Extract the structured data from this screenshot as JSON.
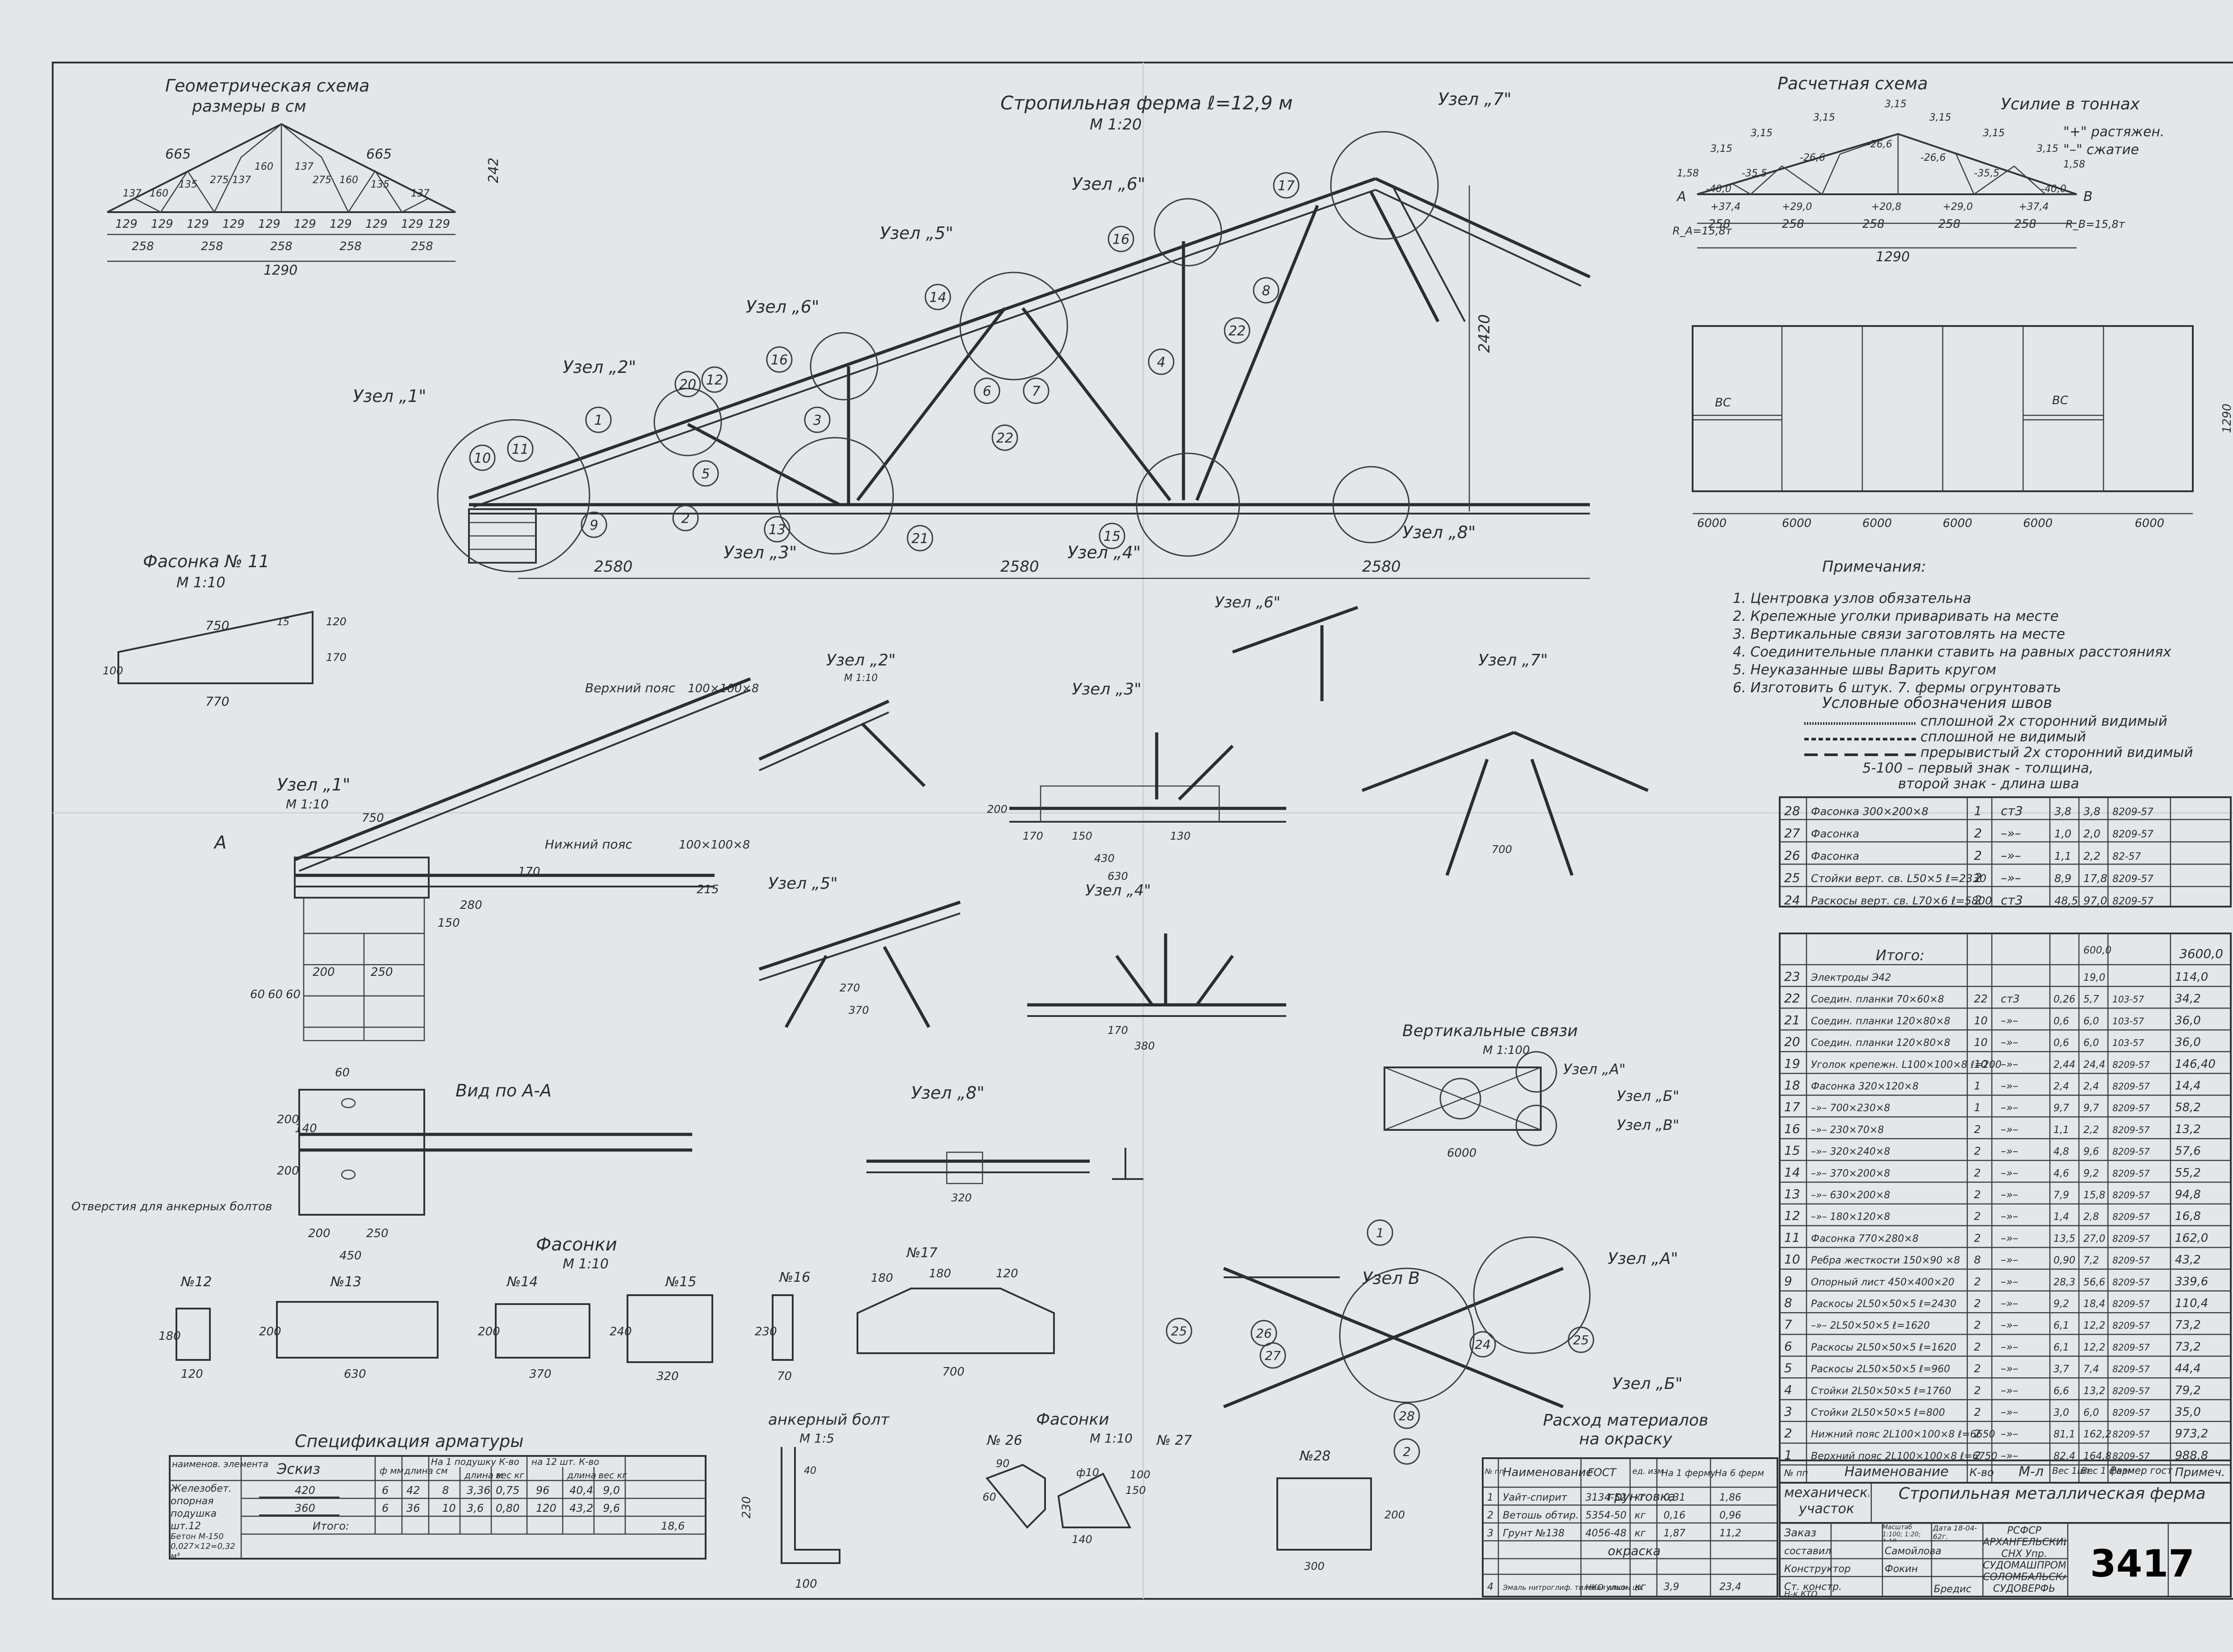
{
  "geometry_scheme": {
    "title": "Геометрическая схема",
    "subtitle": "размеры в см",
    "top_dims": [
      "665",
      "665"
    ],
    "height": "242",
    "panel_dims": [
      "129",
      "129",
      "129",
      "129",
      "129",
      "129",
      "129",
      "129",
      "129",
      "129"
    ],
    "sub_dims": [
      "258",
      "258",
      "258",
      "258",
      "258"
    ],
    "total": "1290",
    "member_lengths": [
      "137",
      "160",
      "135",
      "275",
      "137",
      "160",
      "137",
      "275",
      "160",
      "135",
      "137"
    ]
  },
  "truss": {
    "title": "Стропильная ферма ℓ=12,9 м",
    "scale": "М 1:20",
    "height": "2420",
    "spans": [
      "2580",
      "2580",
      "2580"
    ],
    "node_labels": [
      "Узел „1\"",
      "Узел „2\"",
      "Узел „3\"",
      "Узел „4\"",
      "Узел „5\"",
      "Узел „6\"",
      "Узел „6\"",
      "Узел „7\"",
      "Узел „8\""
    ],
    "callouts": [
      "1",
      "2",
      "3",
      "4",
      "5",
      "6",
      "7",
      "8",
      "9",
      "10",
      "11",
      "12",
      "13",
      "14",
      "15",
      "16",
      "16",
      "17",
      "20",
      "21",
      "22",
      "22"
    ]
  },
  "calc_scheme": {
    "title": "Расчетная схема",
    "force_title": "Усилие в тоннах",
    "legend_plus": "\"+\" растяжен.",
    "legend_minus": "\"–\" сжатие",
    "loads": [
      "1,58",
      "3,15",
      "3,15",
      "3,15",
      "3,15",
      "3,15",
      "3,15",
      "3,15",
      "1,58"
    ],
    "top_forces": [
      "-40,0",
      "-35,5",
      "-26,6",
      "-26,6",
      "-26,6",
      "-35,5",
      "-40,0"
    ],
    "bottom_forces": [
      "+37,4",
      "+29,0",
      "+20,8",
      "+29,0",
      "+37,4"
    ],
    "support_a": "A",
    "support_b": "B",
    "reaction_a": "R_A=15,8т",
    "reaction_b": "R_B=15,8т",
    "dims": [
      "258",
      "258",
      "258",
      "258",
      "258"
    ],
    "total": "1290"
  },
  "plan": {
    "bays": [
      "6000",
      "6000",
      "6000",
      "6000",
      "6000",
      "6000"
    ],
    "width": "1290",
    "bracing": [
      "ВС",
      "ВС"
    ]
  },
  "notes": {
    "title": "Примечания:",
    "items": [
      "1. Центровка узлов обязательна",
      "2. Крепежные уголки приваривать на месте",
      "3. Вертикальные связи заготовлять на месте",
      "4. Соединительные планки ставить на равных расстояниях",
      "5. Неуказанные швы Варить кругом",
      "6. Изготовить 6 штук. 7. фермы огрунтовать"
    ],
    "weld_title": "Условные обозначения швов",
    "weld_items": [
      "сплошной 2х сторонний видимый",
      "сплошной не видимый",
      "прерывистый 2х сторонний видимый",
      "5-100 – первый знак - толщина,",
      "второй знак - длина шва"
    ]
  },
  "spec_top": [
    {
      "n": "28",
      "name": "Фасонка 300×200×8",
      "q": "1",
      "mat": "ст3",
      "a": "3,8",
      "b": "3,8",
      "gost": "8209-57"
    },
    {
      "n": "27",
      "name": "Фасонка",
      "q": "2",
      "mat": "–»–",
      "a": "1,0",
      "b": "2,0",
      "gost": "8209-57"
    },
    {
      "n": "26",
      "name": "Фасонка",
      "q": "2",
      "mat": "–»–",
      "a": "1,1",
      "b": "2,2",
      "gost": "82-57"
    },
    {
      "n": "25",
      "name": "Стойки верт. св. L50×5 ℓ=2330",
      "q": "2",
      "mat": "–»–",
      "a": "8,9",
      "b": "17,8",
      "gost": "8209-57"
    },
    {
      "n": "24",
      "name": "Раскосы верт. св. L70×6 ℓ=5800",
      "q": "2",
      "mat": "ст3",
      "a": "48,5",
      "b": "97,0",
      "gost": "8209-57"
    }
  ],
  "spec_total": {
    "label": "Итого:",
    "a": "600,0",
    "total": "3600,0"
  },
  "spec_rows": [
    {
      "n": "23",
      "name": "Электроды Э42",
      "q": "",
      "mat": "",
      "a": "",
      "b": "19,0",
      "gost": "",
      "t": "114,0"
    },
    {
      "n": "22",
      "name": "Соедин. планки 70×60×8",
      "q": "22",
      "mat": "ст3",
      "a": "0,26",
      "b": "5,7",
      "gost": "103-57",
      "t": "34,2"
    },
    {
      "n": "21",
      "name": "Соедин. планки 120×80×8",
      "q": "10",
      "mat": "–»–",
      "a": "0,6",
      "b": "6,0",
      "gost": "103-57",
      "t": "36,0"
    },
    {
      "n": "20",
      "name": "Соедин. планки 120×80×8",
      "q": "10",
      "mat": "–»–",
      "a": "0,6",
      "b": "6,0",
      "gost": "103-57",
      "t": "36,0"
    },
    {
      "n": "19",
      "name": "Уголок крепежн. L100×100×8 ℓ=200",
      "q": "10",
      "mat": "–»–",
      "a": "2,44",
      "b": "24,4",
      "gost": "8209-57",
      "t": "146,40"
    },
    {
      "n": "18",
      "name": "Фасонка 320×120×8",
      "q": "1",
      "mat": "–»–",
      "a": "2,4",
      "b": "2,4",
      "gost": "8209-57",
      "t": "14,4"
    },
    {
      "n": "17",
      "name": "–»– 700×230×8",
      "q": "1",
      "mat": "–»–",
      "a": "9,7",
      "b": "9,7",
      "gost": "8209-57",
      "t": "58,2"
    },
    {
      "n": "16",
      "name": "–»– 230×70×8",
      "q": "2",
      "mat": "–»–",
      "a": "1,1",
      "b": "2,2",
      "gost": "8209-57",
      "t": "13,2"
    },
    {
      "n": "15",
      "name": "–»– 320×240×8",
      "q": "2",
      "mat": "–»–",
      "a": "4,8",
      "b": "9,6",
      "gost": "8209-57",
      "t": "57,6"
    },
    {
      "n": "14",
      "name": "–»– 370×200×8",
      "q": "2",
      "mat": "–»–",
      "a": "4,6",
      "b": "9,2",
      "gost": "8209-57",
      "t": "55,2"
    },
    {
      "n": "13",
      "name": "–»– 630×200×8",
      "q": "2",
      "mat": "–»–",
      "a": "7,9",
      "b": "15,8",
      "gost": "8209-57",
      "t": "94,8"
    },
    {
      "n": "12",
      "name": "–»– 180×120×8",
      "q": "2",
      "mat": "–»–",
      "a": "1,4",
      "b": "2,8",
      "gost": "8209-57",
      "t": "16,8"
    },
    {
      "n": "11",
      "name": "Фасонка 770×280×8",
      "q": "2",
      "mat": "–»–",
      "a": "13,5",
      "b": "27,0",
      "gost": "8209-57",
      "t": "162,0"
    },
    {
      "n": "10",
      "name": "Ребра жесткости 150×90 ×8",
      "q": "8",
      "mat": "–»–",
      "a": "0,90",
      "b": "7,2",
      "gost": "8209-57",
      "t": "43,2"
    },
    {
      "n": "9",
      "name": "Опорный лист 450×400×20",
      "q": "2",
      "mat": "–»–",
      "a": "28,3",
      "b": "56,6",
      "gost": "8209-57",
      "t": "339,6"
    },
    {
      "n": "8",
      "name": "Раскосы 2L50×50×5 ℓ=2430",
      "q": "2",
      "mat": "–»–",
      "a": "9,2",
      "b": "18,4",
      "gost": "8209-57",
      "t": "110,4"
    },
    {
      "n": "7",
      "name": "–»– 2L50×50×5 ℓ=1620",
      "q": "2",
      "mat": "–»–",
      "a": "6,1",
      "b": "12,2",
      "gost": "8209-57",
      "t": "73,2"
    },
    {
      "n": "6",
      "name": "Раскосы 2L50×50×5 ℓ=1620",
      "q": "2",
      "mat": "–»–",
      "a": "6,1",
      "b": "12,2",
      "gost": "8209-57",
      "t": "73,2"
    },
    {
      "n": "5",
      "name": "Раскосы 2L50×50×5 ℓ=960",
      "q": "2",
      "mat": "–»–",
      "a": "3,7",
      "b": "7,4",
      "gost": "8209-57",
      "t": "44,4"
    },
    {
      "n": "4",
      "name": "Стойки 2L50×50×5 ℓ=1760",
      "q": "2",
      "mat": "–»–",
      "a": "6,6",
      "b": "13,2",
      "gost": "8209-57",
      "t": "79,2"
    },
    {
      "n": "3",
      "name": "Стойки 2L50×50×5 ℓ=800",
      "q": "2",
      "mat": "–»–",
      "a": "3,0",
      "b": "6,0",
      "gost": "8209-57",
      "t": "35,0"
    },
    {
      "n": "2",
      "name": "Нижний пояс 2L100×100×8 ℓ=6650",
      "q": "2",
      "mat": "–»–",
      "a": "81,1",
      "b": "162,2",
      "gost": "8209-57",
      "t": "973,2"
    },
    {
      "n": "1",
      "name": "Верхний пояс 2L100×100×8 ℓ=6750",
      "q": "2",
      "mat": "–»–",
      "a": "82,4",
      "b": "164,8",
      "gost": "8209-57",
      "t": "988,8"
    }
  ],
  "spec_header": {
    "n": "№ пп",
    "name": "Наименование",
    "q": "К-во",
    "mat": "М-л",
    "a": "Вес 1шт.",
    "b": "Вес 1 ферм",
    "gost": "Размер гост",
    "t": "Примеч."
  },
  "title_block": {
    "shop": "механический участок",
    "title": "Стропильная металлическая ферма",
    "org": "РСФСР АРХАНГЕЛЬСКИЙ СНХ Упр. СУДОМАШПРОМА СОЛОМБАЛЬСКАЯ СУДОВЕРФЬ",
    "number": "3417",
    "order": "Заказ",
    "scale": "Масштаб 1:100; 1:20; 1:10",
    "date": "Дата 18-04-62г.",
    "roles": [
      "составил",
      "Конструктор",
      "Ст. констр.",
      "Н-к КТО"
    ],
    "names": [
      "Самойлова",
      "Фокин",
      "Бредис"
    ]
  },
  "paint": {
    "title": "Расход материалов на окраску",
    "headers": [
      "№ пп",
      "Наименование",
      "ГОСТ",
      "ед. изм",
      "На 1 ферму",
      "На 6 ферм"
    ],
    "primer": "грунтовка",
    "paint": "окраска",
    "rows": [
      [
        "1",
        "Уайт-спирит",
        "3134-52",
        "кг",
        "0,31",
        "1,86"
      ],
      [
        "2",
        "Ветошь обтир.",
        "5354-50",
        "кг",
        "0,16",
        "0,96"
      ],
      [
        "3",
        "Грунт №138",
        "4056-48",
        "кг",
        "1,87",
        "11,2"
      ],
      [
        "4",
        "Эмаль нитроглиф. тилевая алюм. цв.",
        "НКО ульон",
        "кг",
        "3,9",
        "23,4"
      ]
    ]
  },
  "rebar": {
    "title": "Спецификация арматуры",
    "headers": [
      "наименов. элемента",
      "Эскиз",
      "ф мм",
      "длина см",
      "На 1 подушку К-во",
      "длина м",
      "вес кг",
      "на 12 шт. К-во",
      "длина",
      "вес кг"
    ],
    "element": "Железобет. опорная подушка шт.12",
    "concrete": "Бетон М-150 0,027×12=0,32 м³",
    "rows": [
      [
        "420",
        "6",
        "42",
        "8",
        "3,36",
        "0,75",
        "96",
        "40,4",
        "9,0"
      ],
      [
        "360",
        "6",
        "36",
        "10",
        "3,6",
        "0,80",
        "120",
        "43,2",
        "9,6"
      ]
    ],
    "itogo": "Итого:",
    "total": "18,6"
  },
  "gusset11": {
    "title": "Фасонка № 11",
    "scale": "М 1:10",
    "dims": [
      "750",
      "770",
      "100",
      "170",
      "15",
      "120"
    ]
  },
  "gussets": {
    "title": "Фасонки",
    "scale": "М 1:10",
    "labels": [
      "№12",
      "№13",
      "№14",
      "№15",
      "№16",
      "№17"
    ],
    "w": [
      "120",
      "630",
      "370",
      "320",
      "70",
      "700"
    ],
    "h": [
      "180",
      "200",
      "200",
      "240",
      "230",
      ""
    ],
    "top": [
      "",
      "",
      "",
      "",
      "",
      "180",
      "180",
      "120"
    ]
  },
  "node1": {
    "title": "Узел „1\"",
    "scale": "М 1:10",
    "dims": [
      "750",
      "280",
      "200",
      "250",
      "60",
      "60",
      "60",
      "150",
      "170",
      "215"
    ],
    "upper": "Верхний пояс",
    "upper_sec": "100×100×8",
    "lower": "Нижний пояс",
    "lower_sec": "100×100×8",
    "cut": "А"
  },
  "view_aa": {
    "title": "Вид по А-А",
    "note": "Отверстия для анкерных болтов",
    "dims": [
      "200",
      "250",
      "450",
      "200",
      "200",
      "140",
      "60"
    ]
  },
  "anchor": {
    "title": "анкерный болт",
    "scale": "М 1:5",
    "dims": [
      "230",
      "100",
      "40"
    ]
  },
  "gusset2627": {
    "title": "Фасонки",
    "scale": "М 1:10",
    "labels": [
      "№ 26",
      "№ 27",
      "№28"
    ],
    "dims": [
      "90",
      "60",
      "ф10",
      "100",
      "150",
      "140",
      "300",
      "200"
    ]
  },
  "vert_bracing": {
    "title": "Вертикальные связи",
    "scale": "М 1:100",
    "labels": [
      "Узел „А\"",
      "Узел „Б\"",
      "Узел „В\""
    ],
    "dim": "6000"
  },
  "nodeA": {
    "labels": [
      "Узел В",
      "Узел „А\"",
      "Узел „Б\""
    ],
    "callouts": [
      "1",
      "2",
      "24",
      "25",
      "25",
      "26",
      "27",
      "28"
    ]
  },
  "node_details": {
    "n2": "Узел „2\"",
    "n3": "Узел „3\"",
    "n4": "Узел „4\"",
    "n5": "Узел „5\"",
    "n6": "Узел „6\"",
    "n7": "Узел „7\"",
    "n8": "Узел „8\"",
    "scale": "М 1:10",
    "n3_dims": [
      "170",
      "430",
      "630",
      "200",
      "150",
      "130"
    ],
    "n4_dims": [
      "170",
      "380"
    ],
    "n5_dims": [
      "270",
      "370"
    ],
    "n7_dims": [
      "700"
    ],
    "n8_dims": [
      "320"
    ]
  },
  "colors": {
    "paper": "#e4e6e8",
    "ink": "#2a2d31"
  }
}
